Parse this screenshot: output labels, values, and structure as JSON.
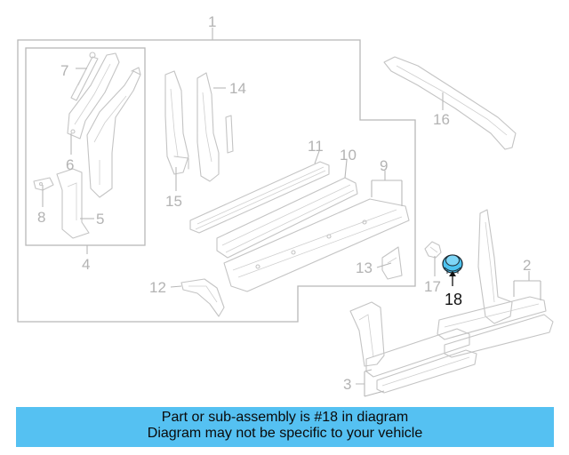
{
  "callouts": {
    "c1": "1",
    "c2": "2",
    "c3": "3",
    "c4": "4",
    "c5": "5",
    "c6": "6",
    "c7": "7",
    "c8": "8",
    "c9": "9",
    "c10": "10",
    "c11": "11",
    "c12": "12",
    "c13": "13",
    "c14": "14",
    "c15": "15",
    "c16": "16",
    "c17": "17",
    "c18": "18"
  },
  "highlight": {
    "part_number": "18",
    "color": "#4cc3f0"
  },
  "caption": {
    "background": "#55c1f2",
    "line1": "Part or sub-assembly is #18 in diagram",
    "line2": "Diagram may not be specific to your vehicle"
  }
}
